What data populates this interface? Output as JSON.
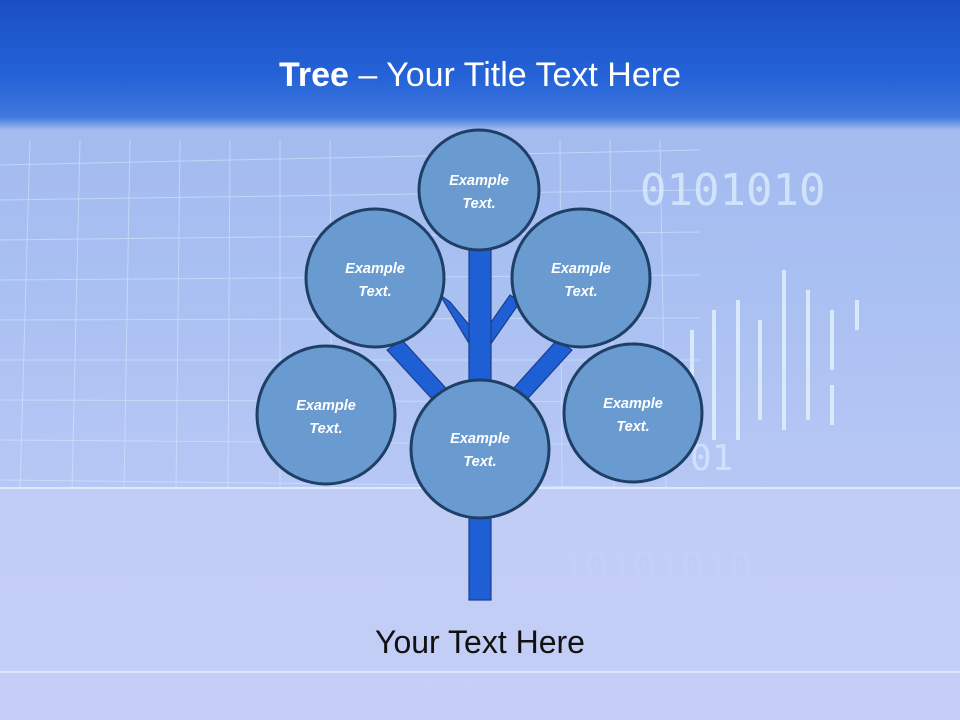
{
  "title": {
    "bold_part": "Tree",
    "separator": " – ",
    "regular_part": "Your Title Text Here"
  },
  "nodes": [
    {
      "line1": "Example",
      "line2": "Text."
    },
    {
      "line1": "Example",
      "line2": "Text."
    },
    {
      "line1": "Example",
      "line2": "Text."
    },
    {
      "line1": "Example",
      "line2": "Text."
    },
    {
      "line1": "Example",
      "line2": "Text."
    },
    {
      "line1": "Example",
      "line2": "Text."
    }
  ],
  "caption": "Your Text Here",
  "colors": {
    "header": "#1f56c8",
    "branch": "#1f5fd6",
    "node_fill": "#6a9bd0",
    "node_stroke": "#1e3f66"
  }
}
